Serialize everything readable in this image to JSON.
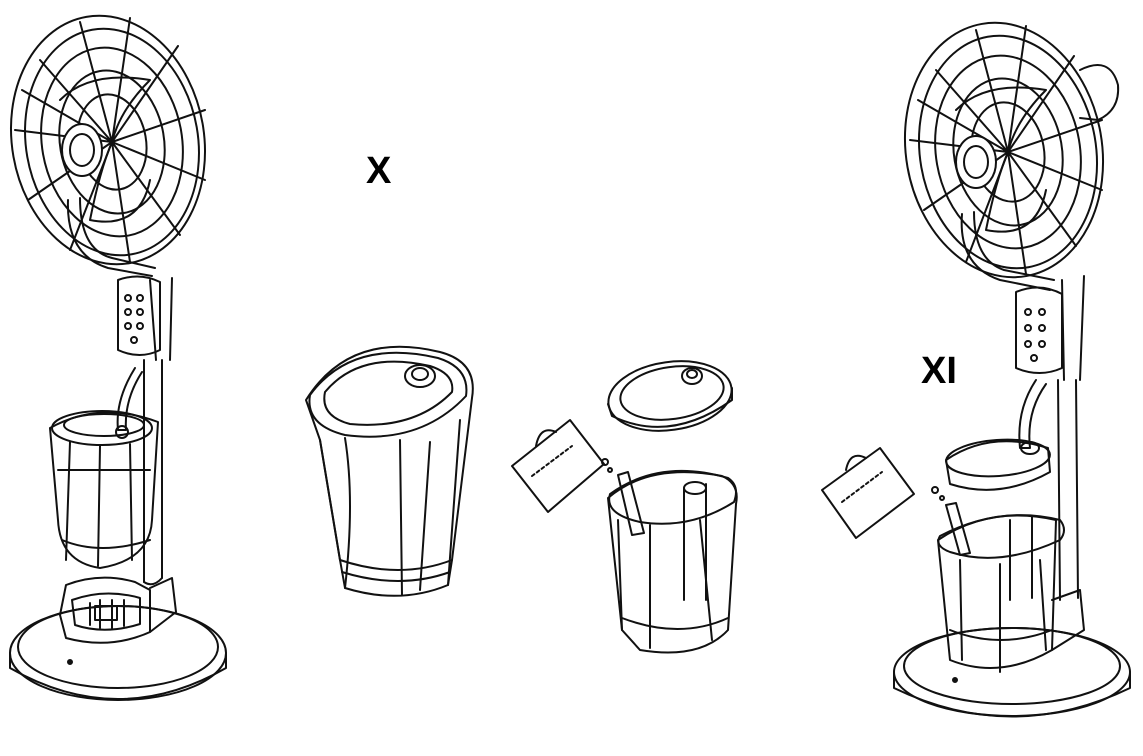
{
  "steps": {
    "step_x_label": "X",
    "step_xi_label": "XI"
  },
  "colors": {
    "line": "#111111",
    "background": "#ffffff"
  },
  "figures": [
    {
      "name": "fan-with-tank-removed"
    },
    {
      "name": "water-tank"
    },
    {
      "name": "tank-filling-with-cap-lifted"
    },
    {
      "name": "fan-tank-reinstalled"
    }
  ]
}
